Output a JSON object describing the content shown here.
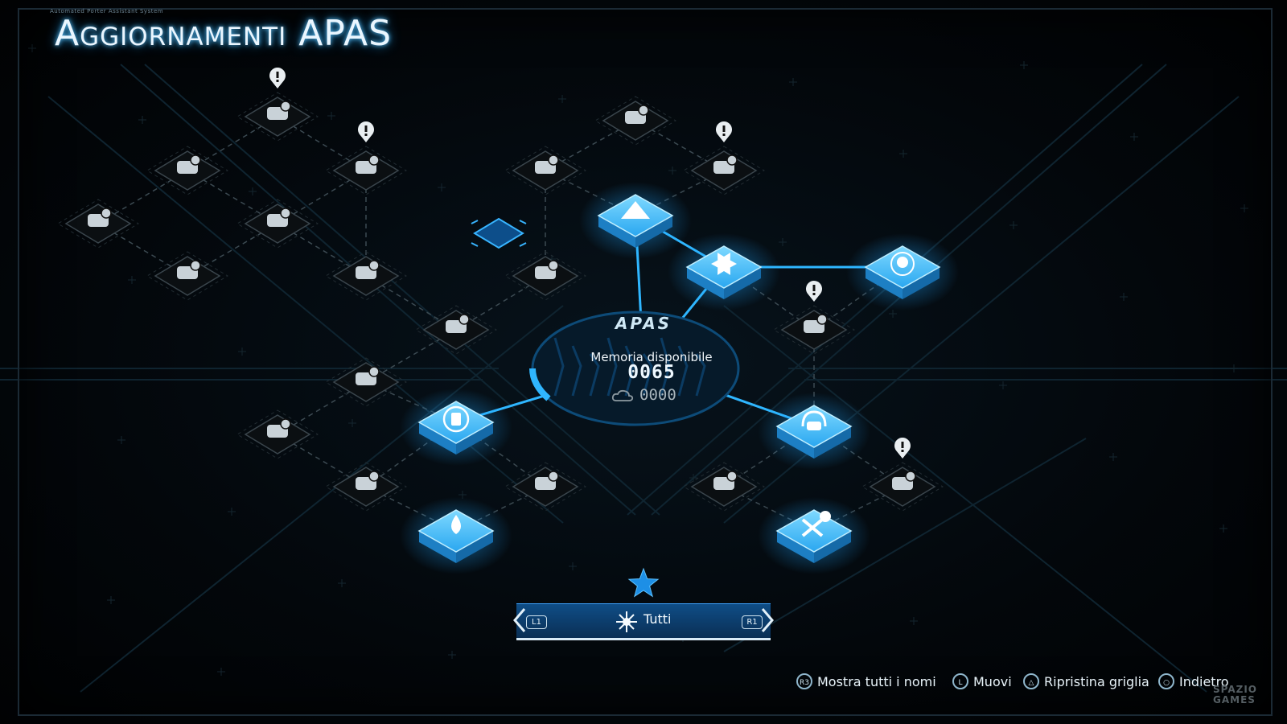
{
  "header": {
    "system_label": "Automated Porter Assistant System",
    "title": "Aggiornamenti APAS"
  },
  "core": {
    "logo": "APAS",
    "memory_label": "Memoria disponibile",
    "memory_value": "0065",
    "cloud_value": "0000",
    "memory_fill_fraction": 0.2
  },
  "filter": {
    "left_tag": "L1",
    "right_tag": "R1",
    "label": "Tutti"
  },
  "hints": [
    {
      "button": "R3",
      "label": "Mostra tutti i nomi"
    },
    {
      "button": "L",
      "label": "Muovi"
    },
    {
      "button": "triangle",
      "label": "Ripristina griglia"
    },
    {
      "button": "circle",
      "label": "Indietro"
    }
  ],
  "watermark": {
    "line1": "SPAZIO",
    "line2": "GAMES"
  },
  "nodes": [
    {
      "icon": "package-timer-icon",
      "state": "locked",
      "alert": true
    },
    {
      "icon": "cycle-arrows-icon",
      "state": "locked",
      "alert": false
    },
    {
      "icon": "stars-stack-icon",
      "state": "locked",
      "alert": true
    },
    {
      "icon": "package-timer-icon",
      "state": "locked",
      "alert": false
    },
    {
      "icon": "cycle-arrows-icon",
      "state": "locked",
      "alert": false
    },
    {
      "icon": "package-timer-icon",
      "state": "locked",
      "alert": false
    },
    {
      "icon": "shelter-arrows-icon",
      "state": "locked",
      "alert": false
    },
    {
      "icon": "signal-waves-icon",
      "state": "locked",
      "alert": false
    },
    {
      "icon": "chiral-loop-icon",
      "state": "locked",
      "alert": false
    },
    {
      "icon": "grab-hands-icon",
      "state": "locked",
      "alert": true
    },
    {
      "icon": "mountain-icon",
      "state": "unlocked",
      "alert": false
    },
    {
      "icon": "empty-slot-icon",
      "state": "available",
      "alert": false
    },
    {
      "icon": "badge-burst-icon",
      "state": "unlocked",
      "alert": false
    },
    {
      "icon": "stars-stack-icon",
      "state": "locked",
      "alert": false
    },
    {
      "icon": "skull-target-icon",
      "state": "unlocked",
      "alert": false
    },
    {
      "icon": "recycle-triangle-icon",
      "state": "locked",
      "alert": false
    },
    {
      "icon": "cargo-stack-icon",
      "state": "locked",
      "alert": true
    },
    {
      "icon": "mule-lightning-icon",
      "state": "locked",
      "alert": false
    },
    {
      "icon": "canister-recycle-icon",
      "state": "unlocked",
      "alert": false
    },
    {
      "icon": "headset-chat-icon",
      "state": "unlocked",
      "alert": false
    },
    {
      "icon": "skull-timer-icon",
      "state": "locked",
      "alert": false
    },
    {
      "icon": "umbrella-icon",
      "state": "locked",
      "alert": false
    },
    {
      "icon": "flood-house-icon",
      "state": "locked",
      "alert": false
    },
    {
      "icon": "skull-timer-icon",
      "state": "locked",
      "alert": false
    },
    {
      "icon": "fist-cargo-icon",
      "state": "locked",
      "alert": true
    },
    {
      "icon": "blood-drop-icon",
      "state": "unlocked",
      "alert": false
    },
    {
      "icon": "tools-timer-icon",
      "state": "unlocked",
      "alert": false
    }
  ],
  "colors": {
    "accent": "#2fb6ff",
    "accent_glow": "#1a8fe0",
    "locked": "#c9d2d8",
    "background": "#03070b"
  }
}
